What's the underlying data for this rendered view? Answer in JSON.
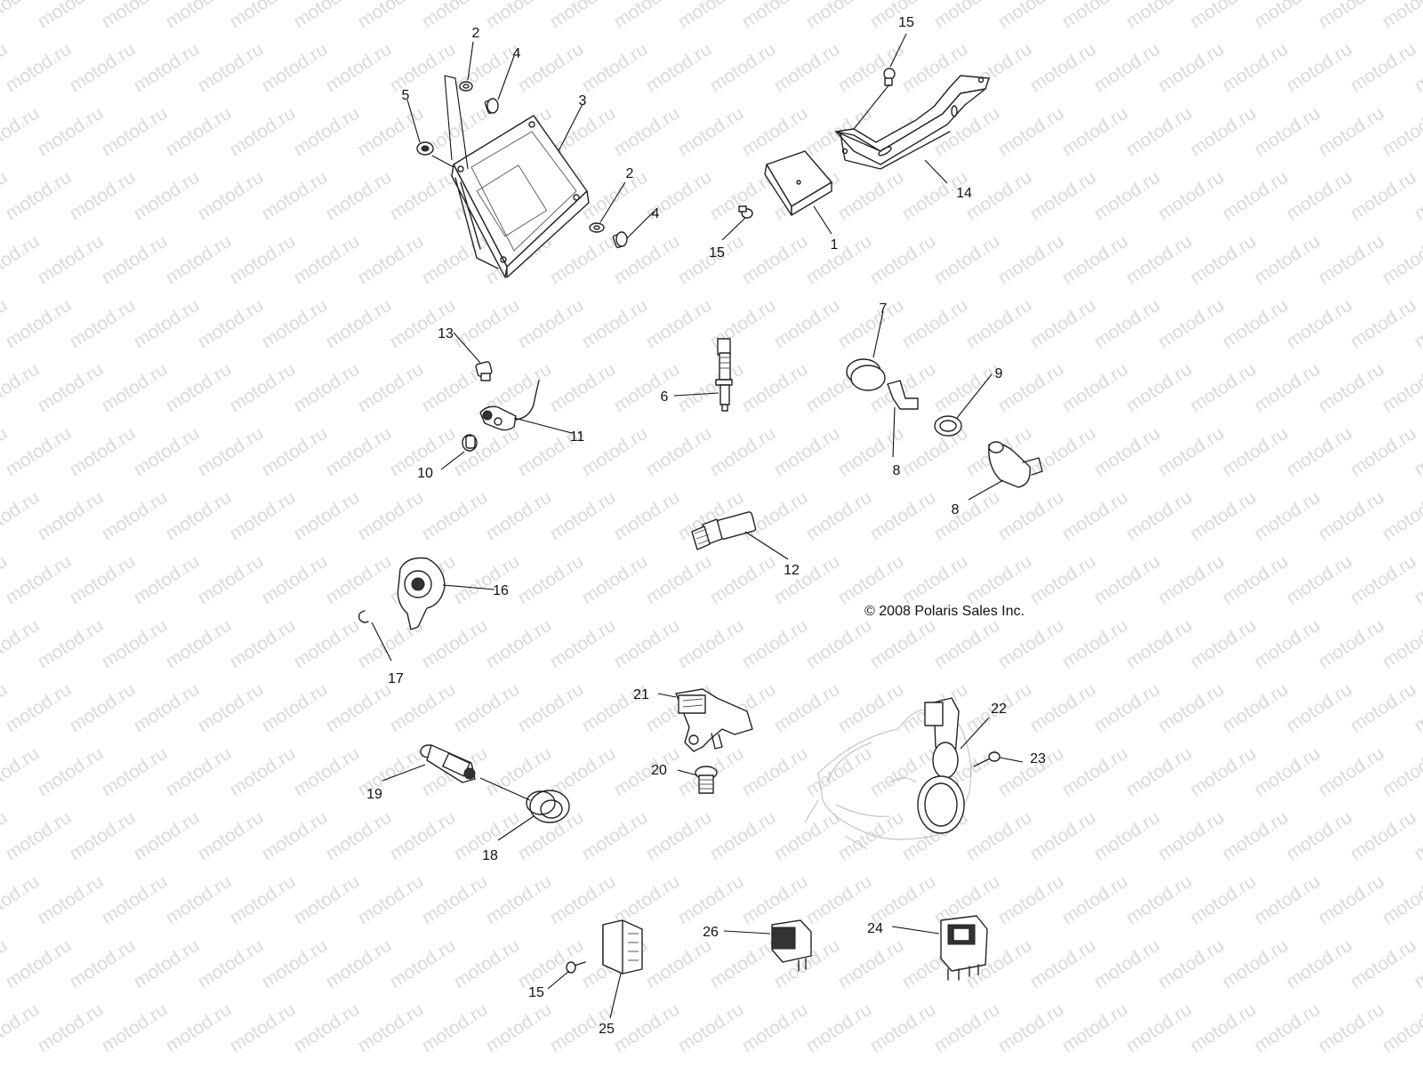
{
  "watermark": "motod.ru",
  "copyright": "© 2008 Polaris Sales Inc.",
  "callouts": {
    "c1": "1",
    "c2a": "2",
    "c2b": "2",
    "c3": "3",
    "c4a": "4",
    "c4b": "4",
    "c5": "5",
    "c6": "6",
    "c7": "7",
    "c8a": "8",
    "c8b": "8",
    "c9": "9",
    "c10": "10",
    "c11": "11",
    "c12": "12",
    "c13": "13",
    "c14": "14",
    "c15a": "15",
    "c15b": "15",
    "c15c": "15",
    "c16": "16",
    "c17": "17",
    "c18": "18",
    "c19": "19",
    "c20": "20",
    "c21": "21",
    "c22": "22",
    "c23": "23",
    "c24": "24",
    "c25": "25",
    "c26": "26"
  },
  "icons": {
    "ecu": "ecu-module-icon",
    "bracket": "mounting-bracket-icon",
    "sensor": "sensor-icon",
    "switch": "rocker-switch-icon",
    "throttle": "throttle-body-icon"
  }
}
